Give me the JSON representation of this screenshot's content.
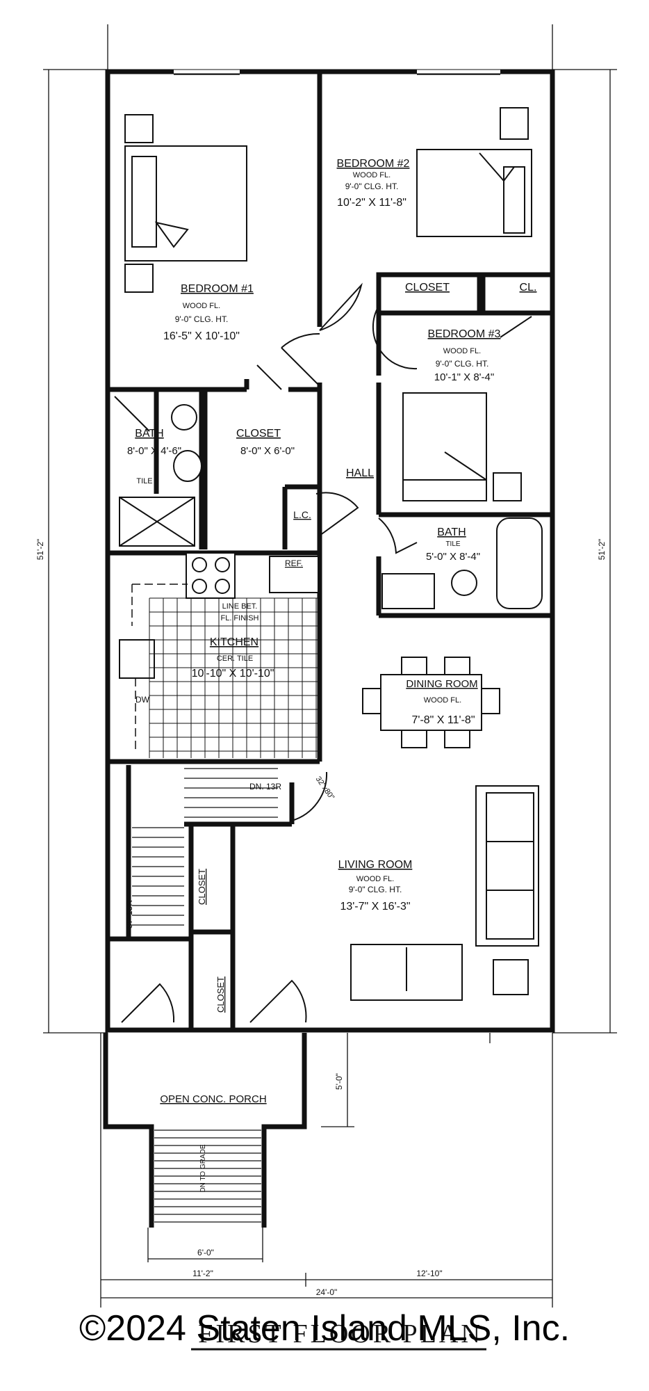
{
  "rooms": {
    "bedroom1": {
      "name": "BEDROOM #1",
      "floor": "WOOD FL.",
      "ceiling": "9'-0\" CLG. HT.",
      "size": "16'-5\" X 10'-10\""
    },
    "bedroom2": {
      "name": "BEDROOM #2",
      "floor": "WOOD FL.",
      "ceiling": "9'-0\" CLG. HT.",
      "size": "10'-2\" X 11'-8\""
    },
    "bedroom3": {
      "name": "BEDROOM #3",
      "floor": "WOOD FL.",
      "ceiling": "9'-0\" CLG. HT.",
      "size": "10'-1\" X 8'-4\""
    },
    "bath1": {
      "name": "BATH",
      "size": "8'-0\" X 4'-6\"",
      "floor": "TILE"
    },
    "bath2": {
      "name": "BATH",
      "floor": "TILE",
      "size": "5'-0\" X 8'-4\""
    },
    "closet_main": {
      "name": "CLOSET",
      "size": "8'-0\" X 6'-0\""
    },
    "closet_top": {
      "name": "CLOSET"
    },
    "cl_small": {
      "name": "CL."
    },
    "lc": {
      "name": "L.C."
    },
    "hall": {
      "name": "HALL"
    },
    "kitchen": {
      "name": "KITCHEN",
      "floor": "CER. TILE",
      "size": "10'-10\" X 10'-10\"",
      "note_line1": "LINE BET.",
      "note_line2": "FL. FINISH"
    },
    "ref": {
      "name": "REF."
    },
    "dw": {
      "name": "DW"
    },
    "dining": {
      "name": "DINING ROOM",
      "floor": "WOOD FL.",
      "size": "7'-8\" X 11'-8\""
    },
    "living": {
      "name": "LIVING ROOM",
      "floor": "WOOD FL.",
      "ceiling": "9'-0\" CLG. HT.",
      "size": "13'-7\" X 16'-3\""
    },
    "closet_stair1": {
      "name": "CLOSET"
    },
    "closet_stair2": {
      "name": "CLOSET"
    },
    "porch": {
      "name": "OPEN CONC. PORCH"
    }
  },
  "stairs": {
    "down": "DN. 13R",
    "up": "UP 15R",
    "porch_down": "DN TO GRADE",
    "opening": "32\"x80\""
  },
  "dimensions": {
    "height_left": "51'-2\"",
    "height_right": "51'-2\"",
    "porch_depth": "5'-0\"",
    "stair_width": "6'-0\"",
    "left_width": "11'-2\"",
    "right_width": "12'-10\"",
    "total_width": "24'-0\""
  },
  "title": "FIRST FLOOR PLAN",
  "watermark": "©2024 Staten Island MLS, Inc."
}
